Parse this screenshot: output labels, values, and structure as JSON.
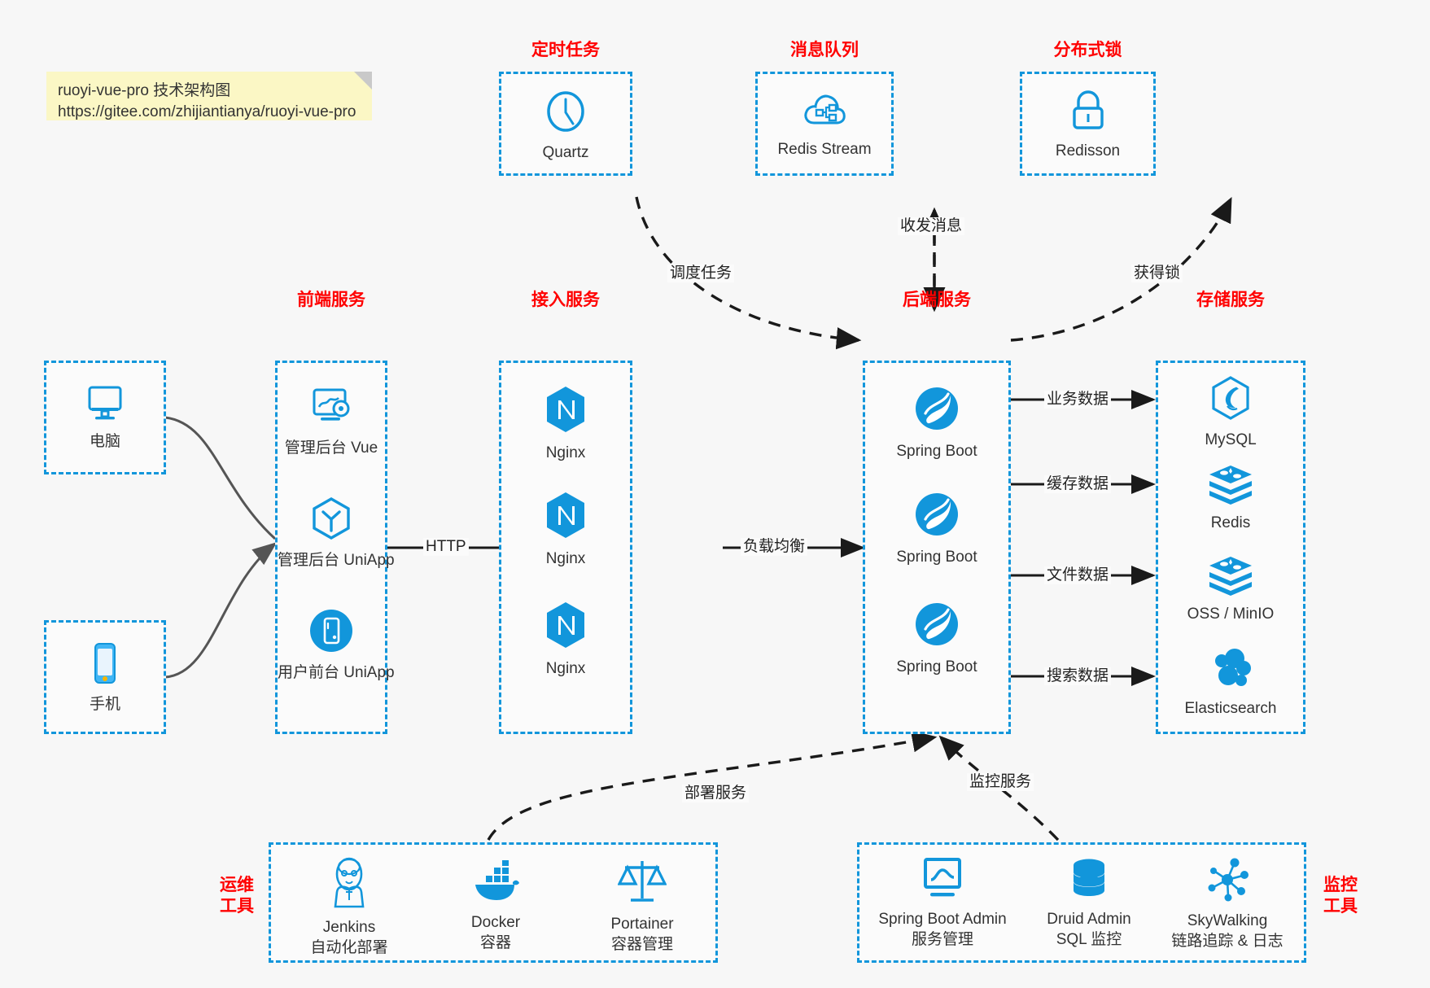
{
  "note": {
    "line1": "ruoyi-vue-pro 技术架构图",
    "line2": "https://gitee.com/zhijiantianya/ruoyi-vue-pro"
  },
  "colors": {
    "accent_blue": "#1296db",
    "title_red": "#ff0000",
    "note_yellow": "#fbf7c5",
    "arrow_black": "#1a1a1a",
    "arrow_gray": "#555555",
    "background": "#f7f7f7"
  },
  "groups": {
    "scheduled_task": {
      "title": "定时任务",
      "nodes": [
        {
          "label": "Quartz",
          "icon": "clock-icon"
        }
      ]
    },
    "message_queue": {
      "title": "消息队列",
      "nodes": [
        {
          "label": "Redis Stream",
          "icon": "cloud-stream-icon"
        }
      ]
    },
    "distributed_lock": {
      "title": "分布式锁",
      "nodes": [
        {
          "label": "Redisson",
          "icon": "lock-icon"
        }
      ]
    },
    "clients": {
      "nodes": [
        {
          "label": "电脑",
          "icon": "desktop-icon"
        },
        {
          "label": "手机",
          "icon": "mobile-icon"
        }
      ]
    },
    "frontend": {
      "title": "前端服务",
      "nodes": [
        {
          "label": "管理后台 Vue",
          "icon": "dashboard-gear-icon"
        },
        {
          "label": "管理后台 UniApp",
          "icon": "cube-icon"
        },
        {
          "label": "用户前台 UniApp",
          "icon": "phone-circle-icon"
        }
      ]
    },
    "gateway": {
      "title": "接入服务",
      "nodes": [
        {
          "label": "Nginx",
          "icon": "nginx-icon"
        },
        {
          "label": "Nginx",
          "icon": "nginx-icon"
        },
        {
          "label": "Nginx",
          "icon": "nginx-icon"
        }
      ]
    },
    "backend": {
      "title": "后端服务",
      "nodes": [
        {
          "label": "Spring Boot",
          "icon": "spring-leaf-icon"
        },
        {
          "label": "Spring Boot",
          "icon": "spring-leaf-icon"
        },
        {
          "label": "Spring Boot",
          "icon": "spring-leaf-icon"
        }
      ]
    },
    "storage": {
      "title": "存储服务",
      "nodes": [
        {
          "label": "MySQL",
          "icon": "mysql-dolphin-icon"
        },
        {
          "label": "Redis",
          "icon": "redis-stack-icon"
        },
        {
          "label": "OSS / MinIO",
          "icon": "redis-stack-icon"
        },
        {
          "label": "Elasticsearch",
          "icon": "elasticsearch-icon"
        }
      ]
    },
    "devops": {
      "title_line1": "运维",
      "title_line2": "工具",
      "nodes": [
        {
          "label": "Jenkins",
          "sublabel": "自动化部署",
          "icon": "jenkins-butler-icon"
        },
        {
          "label": "Docker",
          "sublabel": "容器",
          "icon": "docker-whale-icon"
        },
        {
          "label": "Portainer",
          "sublabel": "容器管理",
          "icon": "scales-icon"
        }
      ]
    },
    "monitoring": {
      "title_line1": "监控",
      "title_line2": "工具",
      "nodes": [
        {
          "label": "Spring Boot Admin",
          "sublabel": "服务管理",
          "icon": "monitor-chart-icon"
        },
        {
          "label": "Druid Admin",
          "sublabel": "SQL 监控",
          "icon": "database-icon"
        },
        {
          "label": "SkyWalking",
          "sublabel": "链路追踪 & 日志",
          "icon": "network-nodes-icon"
        }
      ]
    }
  },
  "edges": [
    {
      "id": "clients-to-frontend",
      "label": "",
      "style": "solid-gray"
    },
    {
      "id": "frontend-to-gateway",
      "label": "HTTP",
      "style": "solid-black"
    },
    {
      "id": "gateway-to-backend",
      "label": "负载均衡",
      "style": "solid-black"
    },
    {
      "id": "quartz-to-backend",
      "label": "调度任务",
      "style": "dashed"
    },
    {
      "id": "mq-backend-bidirectional",
      "label": "收发消息",
      "style": "dashed-bidirectional"
    },
    {
      "id": "backend-to-redisson",
      "label": "获得锁",
      "style": "dashed"
    },
    {
      "id": "backend-to-mysql",
      "label": "业务数据",
      "style": "solid-black"
    },
    {
      "id": "backend-to-redis",
      "label": "缓存数据",
      "style": "solid-black"
    },
    {
      "id": "backend-to-oss",
      "label": "文件数据",
      "style": "solid-black"
    },
    {
      "id": "backend-to-es",
      "label": "搜索数据",
      "style": "solid-black"
    },
    {
      "id": "devops-to-backend",
      "label": "部署服务",
      "style": "dashed"
    },
    {
      "id": "monitoring-to-backend",
      "label": "监控服务",
      "style": "dashed"
    }
  ]
}
